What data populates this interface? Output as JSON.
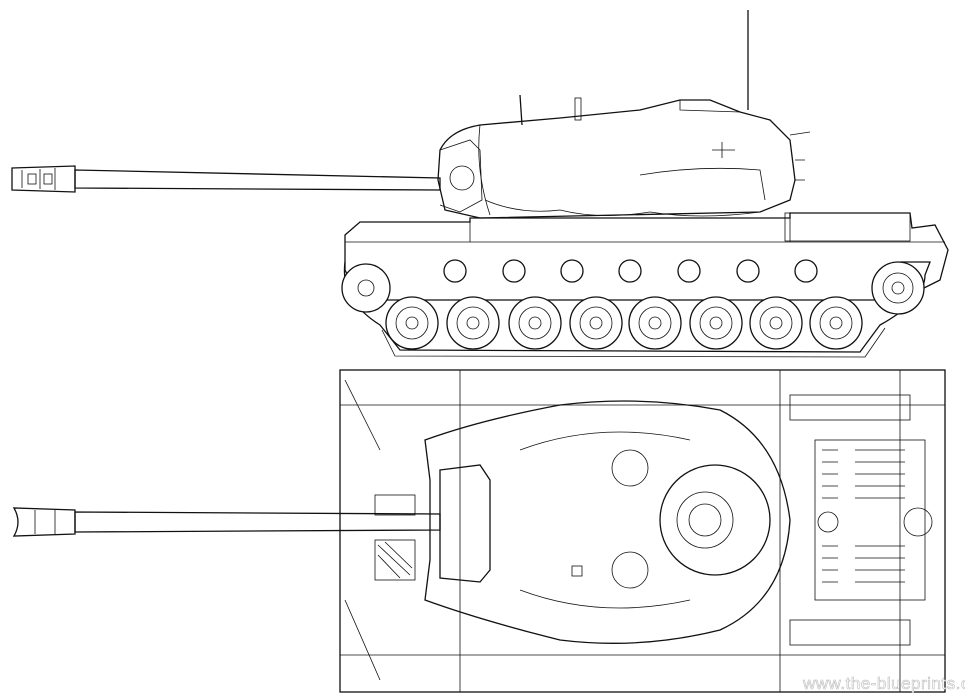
{
  "drawing": {
    "views": [
      "side-view",
      "top-view"
    ],
    "watermark": "www.the-blueprints.com"
  }
}
